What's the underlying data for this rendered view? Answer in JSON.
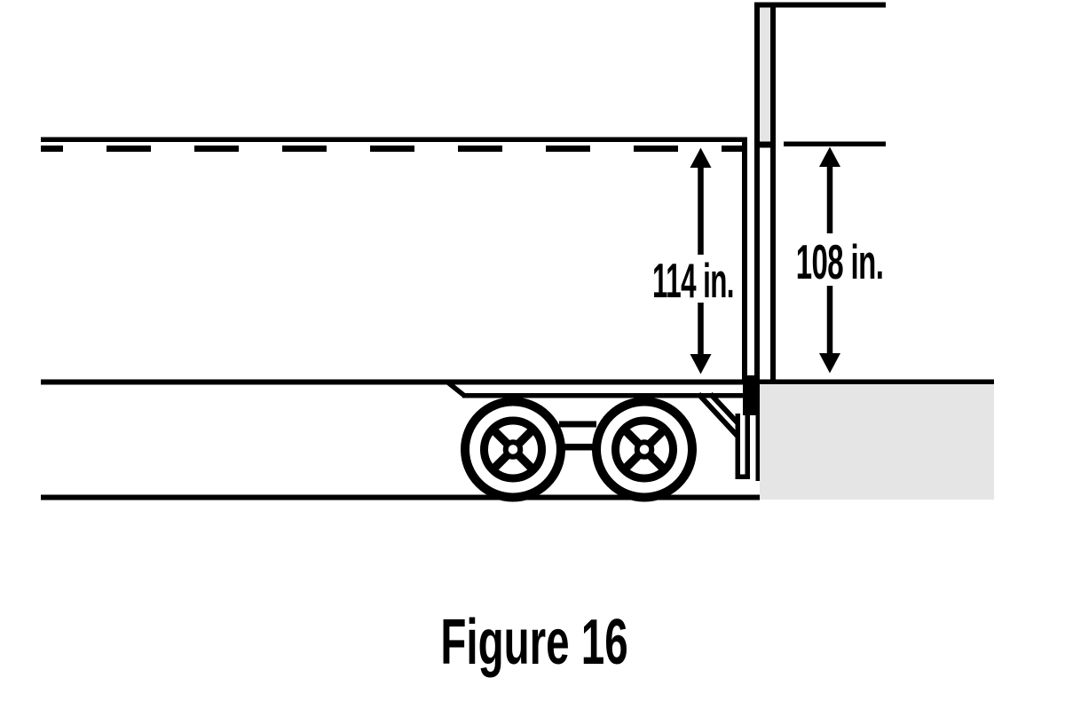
{
  "diagram": {
    "caption": "Figure 16",
    "trailer_height_label": "114 in.",
    "door_height_label": "108 in.",
    "colors": {
      "ink": "#000000",
      "background": "#ffffff",
      "dock_fill": "#e5e5e5",
      "door_fill": "#e5e5e5"
    }
  }
}
